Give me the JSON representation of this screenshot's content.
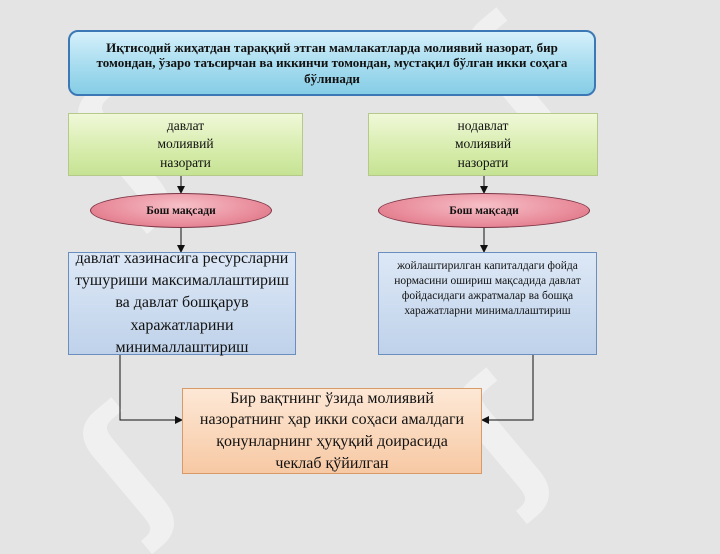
{
  "diagram": {
    "top_box": "Иқтисодий жиҳатдан тараққий этган мамлакатларда молиявий назорат, бир томондан, ўзаро таъсирчан ва иккинчи томондан, мустақил бўлган икки соҳага бўлинади",
    "left_type": "давлат молиявий назорати",
    "right_type": "нодавлат молиявий назорати",
    "left_goal": "Бош мақсади",
    "right_goal": "Бош мақсади",
    "left_purpose": "давлат хазинасига ресурсларни тушуриши максималлаштириш ва давлат бошқарув харажатларини минималлаштириш",
    "right_purpose": "жойлаштирилган капиталдаги фойда нормасини ошириш мақсадида давлат фойдасидаги ажратмалар ва бошқа харажатларни минималлаштириш",
    "bottom_box": "Бир вақтнинг ўзида молиявий назоратнинг ҳар икки соҳаси амалдаги қонунларнинг ҳуқуқий доирасида чеклаб қўйилган"
  },
  "colors": {
    "top_fill": "#a6dcef",
    "green_fill": "#d6ecab",
    "ellipse_fill": "#e98c9b",
    "blue_fill": "#bfd2ea",
    "bottom_fill": "#f7c9a4",
    "background": "#e4e4e4"
  }
}
